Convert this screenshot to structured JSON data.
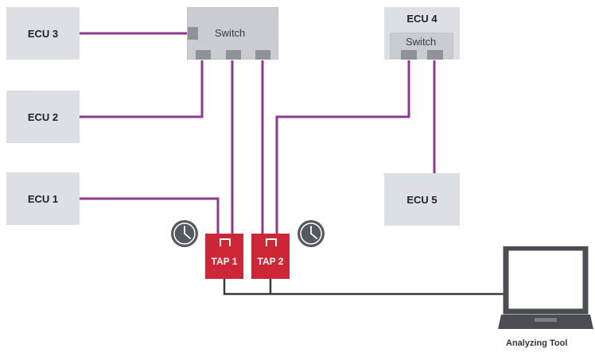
{
  "nodes": {
    "ecu3": "ECU 3",
    "ecu2": "ECU 2",
    "ecu1": "ECU 1",
    "ecu4": "ECU 4",
    "ecu5": "ECU 5",
    "switch_a": "Switch",
    "switch_b": "Switch",
    "tap1": "TAP 1",
    "tap2": "TAP 2",
    "tool": "Analyzing Tool"
  },
  "colors": {
    "link": "#8c3a8f",
    "ground": "#3a3a3a",
    "tap": "#cd2737",
    "ecu": "#dcdfe3",
    "clock": "#555a60"
  },
  "icons": {
    "clock": "clock-icon",
    "laptop": "laptop-icon"
  }
}
